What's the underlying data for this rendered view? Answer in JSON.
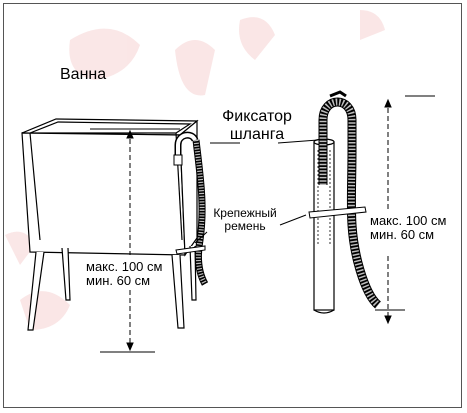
{
  "labels": {
    "tub": "Ванна",
    "hose_holder_line1": "Фиксатор",
    "hose_holder_line2": "шланга",
    "strap_line1": "Крепежный",
    "strap_line2": "ремень",
    "left_max": "макс. 100 см",
    "left_min": "мин. 60 см",
    "right_max": "макс. 100 см",
    "right_min": "мин. 60 см"
  },
  "colors": {
    "line": "#000000",
    "hose_fill": "#bdbdbd",
    "watermark": "#f6d3d3",
    "frame": "#555555"
  }
}
